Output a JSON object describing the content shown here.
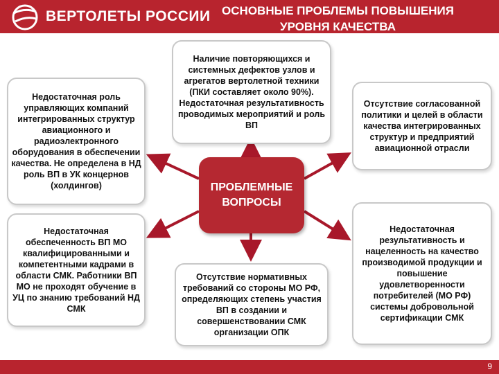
{
  "header": {
    "logo_text": "ВЕРТОЛЕТЫ РОССИИ",
    "title_line1": "ОСНОВНЫЕ ПРОБЛЕМЫ ПОВЫШЕНИЯ",
    "title_line2": "УРОВНЯ КАЧЕСТВА"
  },
  "center": {
    "line1": "ПРОБЛЕМНЫЕ",
    "line2": "ВОПРОСЫ"
  },
  "boxes": {
    "top": "Наличие повторяющихся и системных дефектов узлов и агрегатов вертолетной техники (ПКИ составляет около 90%). Недостаточная результативность проводимых мероприятий и роль ВП",
    "left_top": "Недостаточная роль управляющих компаний интегрированных структур авиационного и радиоэлектронного оборудования в обеспечении качества. Не определена в НД роль ВП в УК концернов (холдингов)",
    "left_bottom": "Недостаточная обеспеченность ВП МО квалифицированными и компетентными кадрами в области СМК. Работники ВП МО не проходят обучение в УЦ по знанию требований НД СМК",
    "bottom": "Отсутствие нормативных требований со стороны МО РФ, определяющих степень участия ВП в создании и совершенствовании СМК организации ОПК",
    "right_top": "Отсутствие согласованной политики и целей в области качества интегрированных структур и предприятий авиационной отрасли",
    "right_bottom": "Недостаточная результативность и нацеленность на качество производимой продукции и повышение удовлетворенности потребителей (МО РФ) системы добровольной сертификации СМК"
  },
  "footer": {
    "page_number": "9"
  },
  "colors": {
    "brand_red": "#b8242e",
    "arrow": "#a8182a",
    "box_border": "#c8c8c8"
  }
}
